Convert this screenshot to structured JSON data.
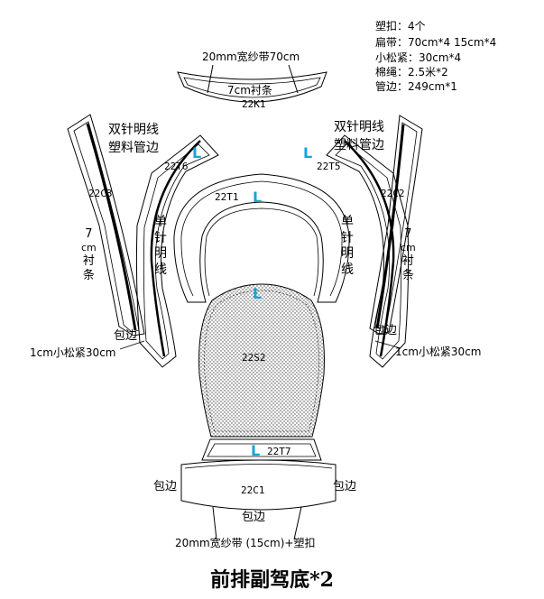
{
  "spec_list": {
    "line1": "塑扣：4个",
    "line2": "扁带：70cm*4  15cm*4",
    "line3": "小松紧：30cm*4",
    "line4": "棉绳：2.5米*2",
    "line5": "管边：249cm*1"
  },
  "top_strip": {
    "tape_label": "20mm宽纱带70cm",
    "liner_label": "7cm衬条",
    "code": "22K1"
  },
  "left_strip": {
    "note_line1": "双针明线",
    "note_line2": "塑料管边",
    "code": "22C3",
    "liner_chars": [
      "7",
      "cm",
      "衬",
      "条"
    ],
    "binding": "包边",
    "elastic": "1cm小松紧30cm"
  },
  "right_strip": {
    "note_line1": "双针明线",
    "note_line2": "塑料管边",
    "code": "22C2",
    "liner_chars": [
      "7",
      "cm",
      "衬",
      "条"
    ],
    "binding": "包边",
    "elastic": "1cm小松紧30cm"
  },
  "left_side_piece": {
    "code": "22T6",
    "stitch_chars": [
      "单",
      "针",
      "明",
      "线"
    ]
  },
  "right_side_piece": {
    "code": "22T5",
    "stitch_chars": [
      "单",
      "针",
      "明",
      "线"
    ]
  },
  "center": {
    "frame_code": "22T1",
    "seat_code": "22S2",
    "bottom_code": "22T7"
  },
  "bottom_panel": {
    "code": "22C1",
    "left_binding": "包边",
    "right_binding": "包边",
    "center_binding": "包边",
    "tape_label": "20mm宽纱带 (15cm)+塑扣"
  },
  "marker": "L",
  "title": "前排副驾底*2",
  "colors": {
    "marker": "#1aa3d8",
    "line": "#000000"
  }
}
